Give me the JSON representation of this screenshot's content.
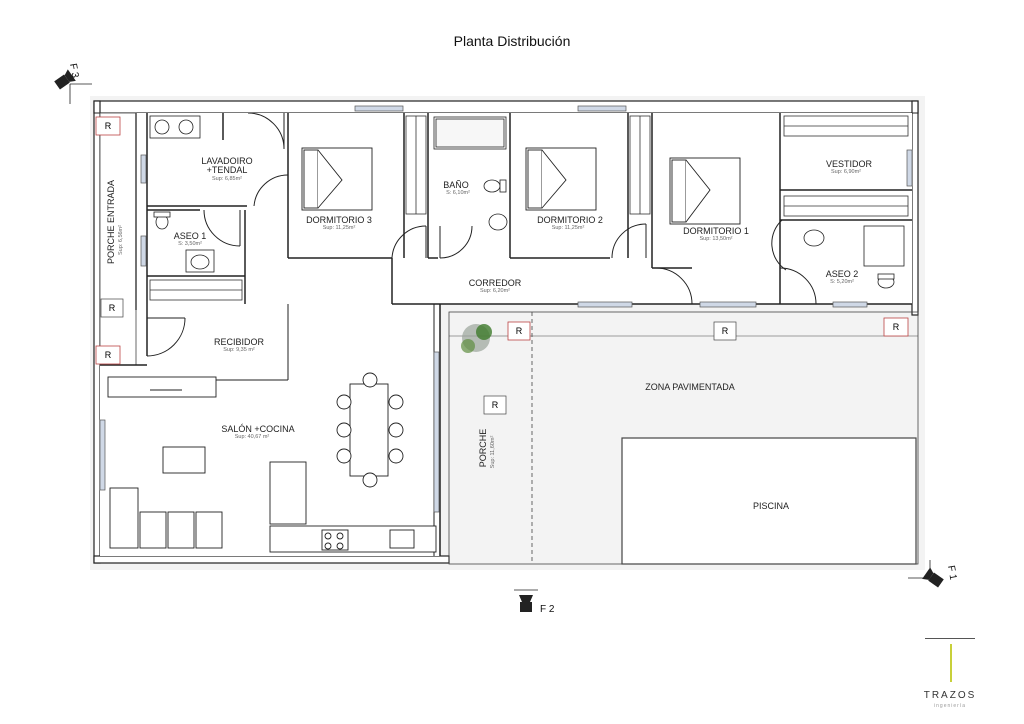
{
  "title": "Planta Distribución",
  "rooms": {
    "lavadoiro_line1": "LAVADOIRO",
    "lavadoiro_line2": "+TENDAL",
    "lavadoiro_area": "Sup: 6,85m²",
    "aseo1": "ASEO 1",
    "aseo1_area": "S: 3,50m²",
    "porche_entrada": "PORCHE ENTRADA",
    "porche_entrada_area": "Sup: 6,56m²",
    "recibidor": "RECIBIDOR",
    "recibidor_area": "Sup: 9,35 m²",
    "dormitorio3": "DORMITORIO 3",
    "dormitorio3_area": "Sup: 11,25m²",
    "bano": "BAÑO",
    "bano_area": "S: 6,10m²",
    "dormitorio2": "DORMITORIO 2",
    "dormitorio2_area": "Sup: 11,25m²",
    "dormitorio1": "DORMITORIO 1",
    "dormitorio1_area": "Sup: 13,50m²",
    "vestidor": "VESTIDOR",
    "vestidor_area": "Sup: 6,90m²",
    "aseo2": "ASEO 2",
    "aseo2_area": "S: 5,20m²",
    "corredor": "CORREDOR",
    "corredor_area": "Sup: 6,20m²",
    "salon": "SALÓN +COCINA",
    "salon_area": "Sup: 40,67 m²",
    "porche": "PORCHE",
    "porche_area": "Sup: 11,60m²",
    "zona_pavimentada": "ZONA PAVIMENTADA",
    "piscina": "PISCINA"
  },
  "markers": {
    "r": "R"
  },
  "cameras": {
    "f1": "F 1",
    "f2": "F 2",
    "f3": "F 3"
  },
  "logo": {
    "name": "TRAZOS",
    "sub": "ingeniería"
  }
}
